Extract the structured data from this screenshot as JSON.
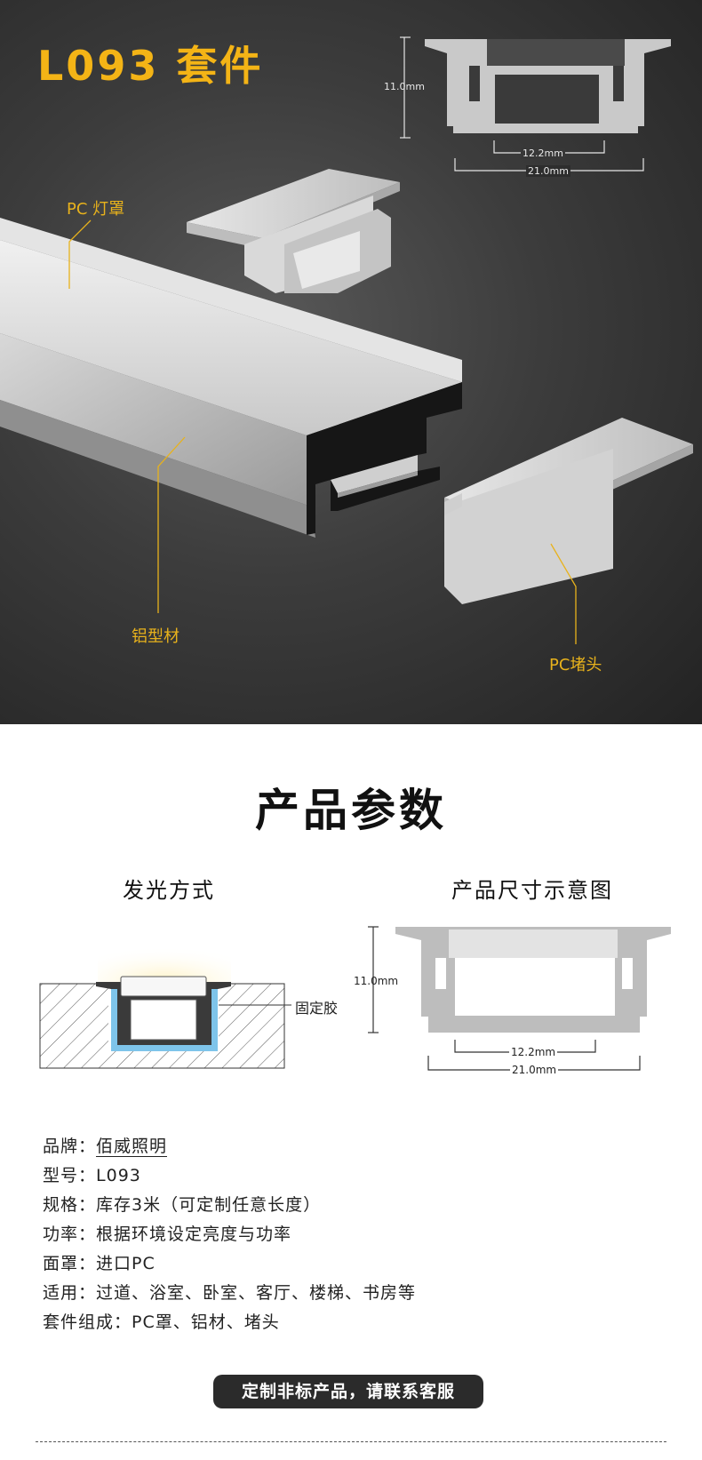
{
  "hero": {
    "title": "L093 套件",
    "callouts": {
      "pc_cover": "PC 灯罩",
      "aluminum": "铝型材",
      "end_cap": "PC堵头"
    },
    "dims": {
      "height": "11.0mm",
      "inner": "12.2mm",
      "outer": "21.0mm"
    }
  },
  "params": {
    "heading": "产品参数",
    "light_method_title": "发光方式",
    "size_title": "产品尺寸示意图",
    "glue_label": "固定胶",
    "dims": {
      "height": "11.0mm",
      "inner": "12.2mm",
      "outer": "21.0mm"
    }
  },
  "specs": [
    {
      "label": "品牌：",
      "value": "佰威照明"
    },
    {
      "label": "型号：",
      "value": "L093"
    },
    {
      "label": "规格：",
      "value": "库存3米（可定制任意长度）"
    },
    {
      "label": "功率：",
      "value": "根据环境设定亮度与功率"
    },
    {
      "label": "面罩：",
      "value": "进口PC"
    },
    {
      "label": "适用：",
      "value": "过道、浴室、卧室、客厅、楼梯、书房等"
    },
    {
      "label": "套件组成：",
      "value": "PC罩、铝材、堵头"
    }
  ],
  "cta_label": "定制非标产品，请联系客服",
  "colors": {
    "accent": "#f4b416",
    "callout": "#e8b21c",
    "dark": "#2b2b2b"
  }
}
